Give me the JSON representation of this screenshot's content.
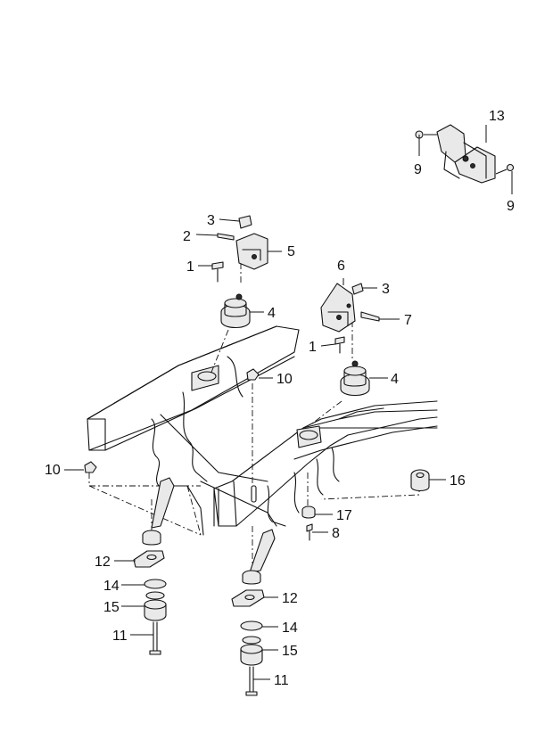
{
  "callouts": [
    {
      "id": "c13",
      "text": "13"
    },
    {
      "id": "c9a",
      "text": "9"
    },
    {
      "id": "c9b",
      "text": "9"
    },
    {
      "id": "c3a",
      "text": "3"
    },
    {
      "id": "c2",
      "text": "2"
    },
    {
      "id": "c5",
      "text": "5"
    },
    {
      "id": "c1a",
      "text": "1"
    },
    {
      "id": "c4a",
      "text": "4"
    },
    {
      "id": "c6",
      "text": "6"
    },
    {
      "id": "c3b",
      "text": "3"
    },
    {
      "id": "c7",
      "text": "7"
    },
    {
      "id": "c1b",
      "text": "1"
    },
    {
      "id": "c4b",
      "text": "4"
    },
    {
      "id": "c10a",
      "text": "10"
    },
    {
      "id": "c10b",
      "text": "10"
    },
    {
      "id": "c16",
      "text": "16"
    },
    {
      "id": "c17",
      "text": "17"
    },
    {
      "id": "c8",
      "text": "8"
    },
    {
      "id": "c12a",
      "text": "12"
    },
    {
      "id": "c14a",
      "text": "14"
    },
    {
      "id": "c15a",
      "text": "15"
    },
    {
      "id": "c11a",
      "text": "11"
    },
    {
      "id": "c12b",
      "text": "12"
    },
    {
      "id": "c14b",
      "text": "14"
    },
    {
      "id": "c15b",
      "text": "15"
    },
    {
      "id": "c11b",
      "text": "11"
    }
  ]
}
